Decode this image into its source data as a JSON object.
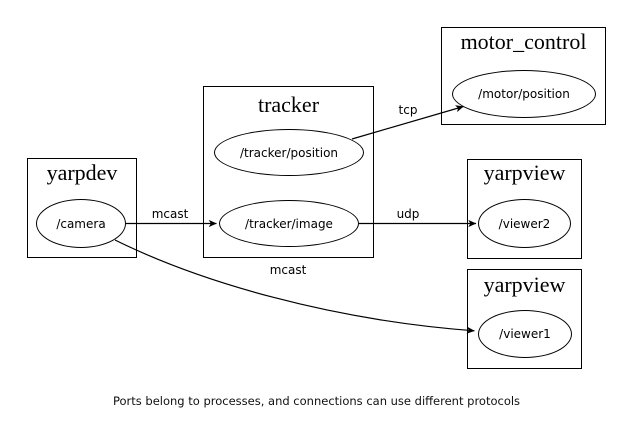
{
  "caption": "Ports belong to processes, and connections can use different protocols",
  "processes": [
    {
      "name": "yarpdev",
      "ports": [
        "/camera"
      ]
    },
    {
      "name": "tracker",
      "ports": [
        "/tracker/position",
        "/tracker/image"
      ]
    },
    {
      "name": "motor_control",
      "ports": [
        "/motor/position"
      ]
    },
    {
      "name": "yarpview",
      "ports": [
        "/viewer2"
      ]
    },
    {
      "name": "yarpview",
      "ports": [
        "/viewer1"
      ]
    }
  ],
  "connections": [
    {
      "from": "/camera",
      "to": "/tracker/image",
      "protocol": "mcast"
    },
    {
      "from": "/tracker/position",
      "to": "/motor/position",
      "protocol": "tcp"
    },
    {
      "from": "/tracker/image",
      "to": "/viewer2",
      "protocol": "udp"
    },
    {
      "from": "/camera",
      "to": "/viewer1",
      "protocol": "mcast"
    }
  ],
  "colors": {
    "stroke": "#000000",
    "background": "#ffffff",
    "text": "#000000"
  }
}
